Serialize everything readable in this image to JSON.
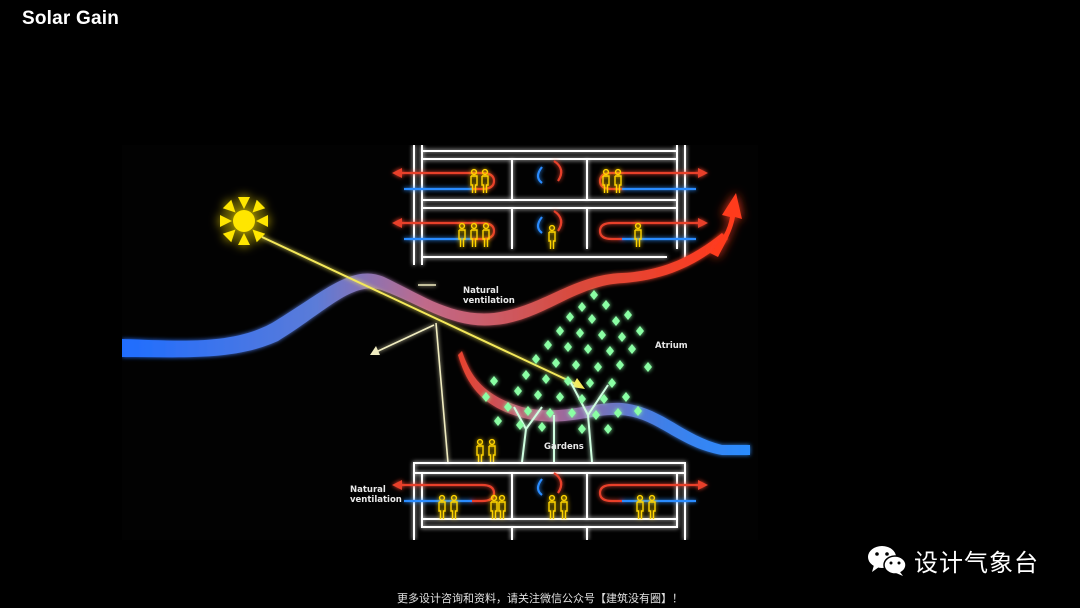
{
  "title": "Solar Gain",
  "diagram": {
    "labels": {
      "natural_ventilation_top": "Natural\nventilation",
      "atrium": "Atrium",
      "gardens": "Gardens",
      "natural_ventilation_bottom": "Natural\nventilation"
    },
    "colors": {
      "warm_air": "#e8412c",
      "cool_air": "#2a8cff",
      "building_outline": "#ffffff",
      "people": "#ffd400",
      "sun": "#ffe600",
      "foliage": "#7dff9a",
      "trunk": "#cfffe0"
    },
    "icons": [
      "sun-icon",
      "tree-icon",
      "person-icon",
      "airflow-arrow-icon"
    ]
  },
  "watermark": {
    "text": "设计气象台",
    "icon": "wechat-icon"
  },
  "footer": {
    "text": "更多设计咨询和资料，请关注微信公众号【建筑没有圈】！"
  }
}
